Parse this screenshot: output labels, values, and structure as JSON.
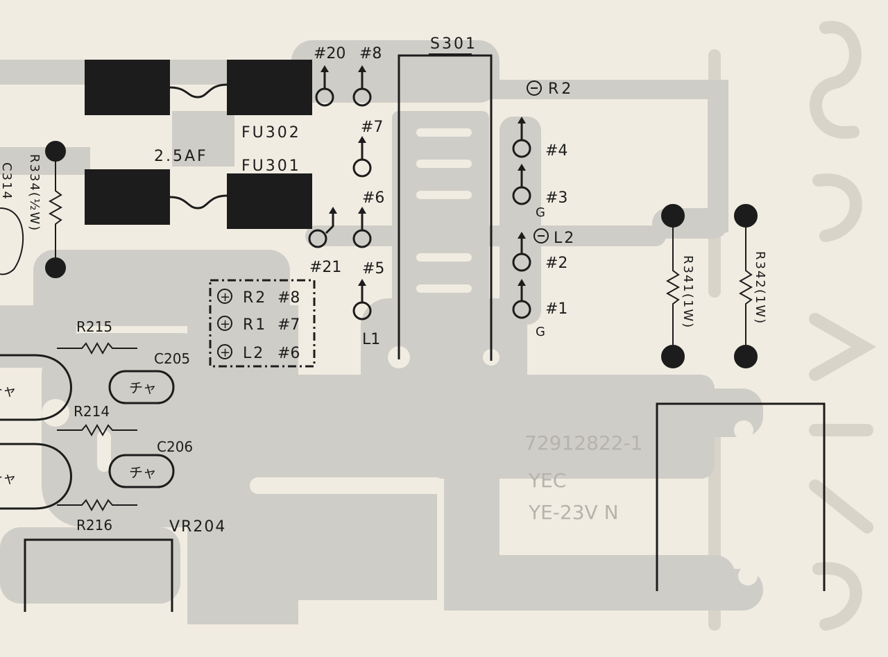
{
  "colors": {
    "paper": "#f1ece1",
    "copper": "#cfcdc7",
    "ink": "#1c1c1c",
    "faint": "#b6b3ac",
    "ghost": "#d9d4c9"
  },
  "fuses": {
    "rating": "2.5AF",
    "top": "FU302",
    "bottom": "FU301"
  },
  "switch": {
    "label": "S301"
  },
  "pins_left": {
    "p20": "#20",
    "p8": "#8",
    "p7": "#7",
    "p6": "#6",
    "p21": "#21",
    "p5": "#5",
    "l1": "L1"
  },
  "pins_right": {
    "r2": "R2",
    "p4": "#4",
    "p3": "#3",
    "g_upper": "G",
    "l2": "L2",
    "p2": "#2",
    "p1": "#1",
    "g_lower": "G"
  },
  "legend": {
    "rows": [
      {
        "sign": "+",
        "channel": "R2",
        "pin": "#8"
      },
      {
        "sign": "+",
        "channel": "R1",
        "pin": "#7"
      },
      {
        "sign": "+",
        "channel": "L2",
        "pin": "#6"
      }
    ]
  },
  "resistors": {
    "r334": "R334(½W)",
    "c314": "C314",
    "r215": "R215",
    "r214": "R214",
    "r216": "R216",
    "r341": "R341(1W)",
    "r342": "R342(1W)"
  },
  "caps": {
    "c205": "C205",
    "c206": "C206",
    "mark": "チャ"
  },
  "vr": {
    "label": "VR204"
  },
  "board_mark": {
    "line1": "72912822-1",
    "line2": "YEC",
    "line3": "YE-23V N"
  }
}
